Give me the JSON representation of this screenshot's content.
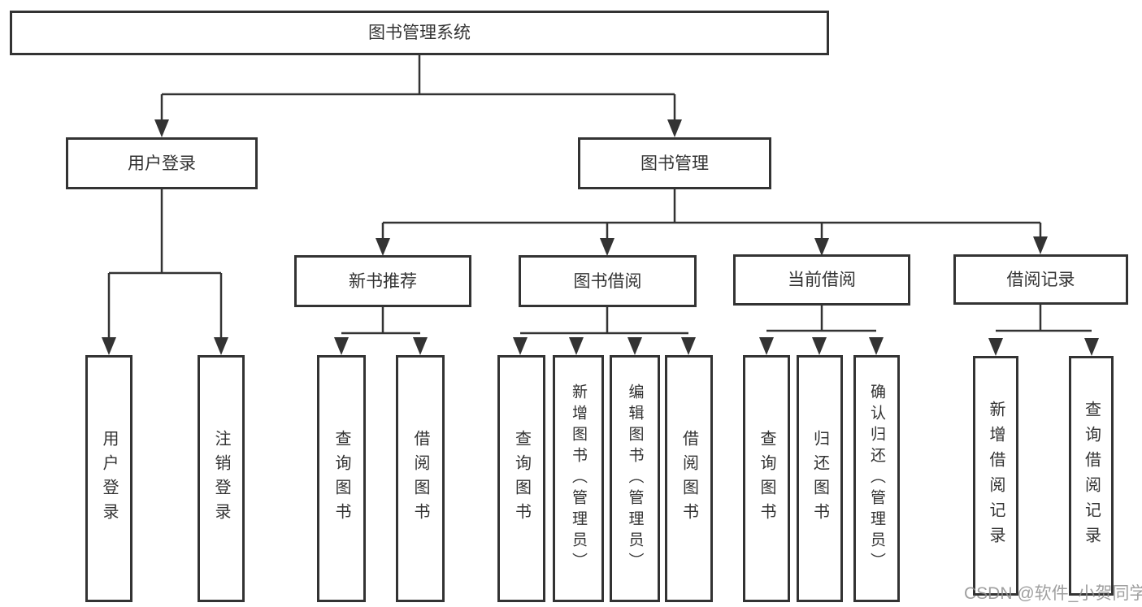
{
  "colors": {
    "line": "#333333",
    "box_border": "#333333",
    "text": "#333333",
    "watermark": "#8f8f8f",
    "background": "#ffffff"
  },
  "tree": {
    "label": "图书管理系统",
    "children": [
      {
        "label": "用户登录",
        "children": [
          {
            "label": "用户登录"
          },
          {
            "label": "注销登录"
          }
        ]
      },
      {
        "label": "图书管理",
        "children": [
          {
            "label": "新书推荐",
            "children": [
              {
                "label": "查询图书"
              },
              {
                "label": "借阅图书"
              }
            ]
          },
          {
            "label": "图书借阅",
            "children": [
              {
                "label": "查询图书"
              },
              {
                "label": "新增图书（管理员）"
              },
              {
                "label": "编辑图书（管理员）"
              },
              {
                "label": "借阅图书"
              }
            ]
          },
          {
            "label": "当前借阅",
            "children": [
              {
                "label": "查询图书"
              },
              {
                "label": "归还图书"
              },
              {
                "label": "确认归还（管理员）"
              }
            ]
          },
          {
            "label": "借阅记录",
            "children": [
              {
                "label": "新增借阅记录"
              },
              {
                "label": "查询借阅记录"
              }
            ]
          }
        ]
      }
    ]
  },
  "watermark": {
    "text": "CSDN @软件_小贺同学"
  }
}
